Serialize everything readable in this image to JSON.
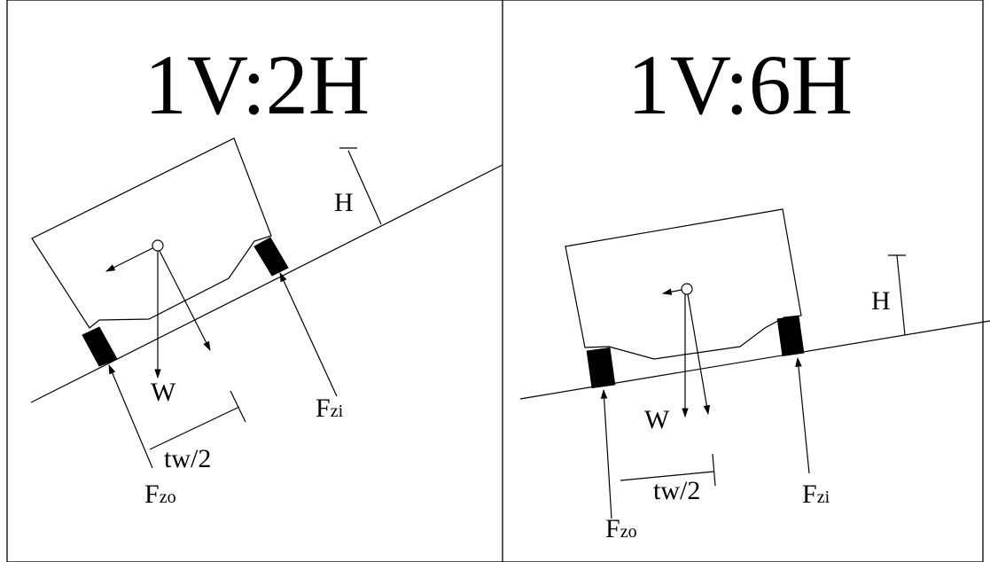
{
  "panels": [
    {
      "title": "1V:2H",
      "labels": {
        "height": "H",
        "weight": "W",
        "half_track_main": "tw",
        "half_track_suffix": "/2",
        "force_outer_main": "F",
        "force_outer_sub": "zo",
        "force_inner_main": "F",
        "force_inner_sub": "zi"
      }
    },
    {
      "title": "1V:6H",
      "labels": {
        "height": "H",
        "weight": "W",
        "half_track_main": "tw",
        "half_track_suffix": "/2",
        "force_outer_main": "F",
        "force_outer_sub": "zo",
        "force_inner_main": "F",
        "force_inner_sub": "zi"
      }
    }
  ],
  "colors": {
    "stroke": "#000000",
    "background": "#ffffff"
  }
}
